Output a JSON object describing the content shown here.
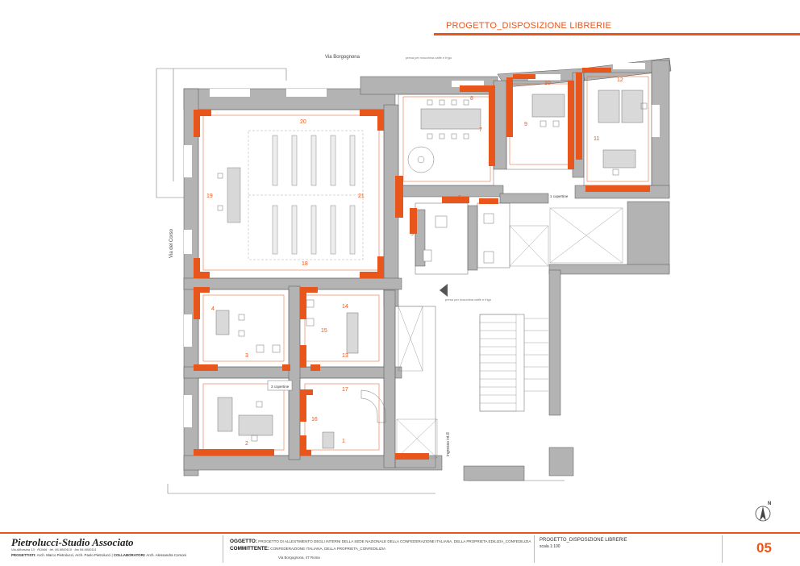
{
  "header": {
    "title": "PROGETTO_DISPOSIZIONE LIBRERIE"
  },
  "plan": {
    "streets": {
      "top": "Via Borgognona",
      "left": "Via del Corso"
    },
    "notes": {
      "coffee_top": "presa per macchina caffe e frigo",
      "coffee_mid": "presa per macchina caffe e frigo"
    },
    "labels": {
      "entrance": "ingresso int.8",
      "cabinet_top": "1 copertine",
      "cabinet_mid": "3 copertine"
    },
    "numbers": {
      "n1": "1",
      "n2": "2",
      "n3": "3",
      "n4": "4",
      "n5": "5",
      "n6": "6",
      "n7": "7",
      "n8": "8",
      "n9": "9",
      "n10": "10",
      "n11": "11",
      "n12": "12",
      "n13": "13",
      "n14": "14",
      "n15": "15",
      "n16": "16",
      "n17": "17",
      "n18": "18",
      "n19": "19",
      "n20": "20",
      "n21": "21"
    },
    "north_label": "N"
  },
  "footer": {
    "studio_name": "Pietrolucci-Studio Associato",
    "studio_address": "Via Alfonsina 13 · ROMA · tel. 06.6000110 · fax 06.6000111",
    "progettisti_label": "PROGETTISTI:",
    "progettisti": "Arch. Marco Pietrolucci, Arch. Paolo Pietrolucci",
    "collaboratori_label": "COLLABORATORI:",
    "collaboratori": "Arch. Alessandra Corsoni",
    "oggetto_label": "OGGETTO:",
    "oggetto": "PROGETTO DI ALLESTIMENTO DEGLI INTERNI DELLA SEDE NAZIONALE DELLA CONFEDERAZIONE ITALIANA, DELLA PROPRIETA EDILIZIA_CONFEDILIZIA",
    "committente_label": "COMMITTENTE:",
    "committente": "CONFEDERAZIONE ITALIANA, DELLA PROPRIETA_CONFEDILIZIA",
    "address": "Via Borgognona, 47 Roma",
    "project": "PROGETTO_DISPOSIZIONE LIBRERIE",
    "scale": "scala 1:100",
    "page_number": "05"
  },
  "colors": {
    "accent": "#e8561c",
    "wall": "#b3b3b3",
    "line": "#555555"
  }
}
